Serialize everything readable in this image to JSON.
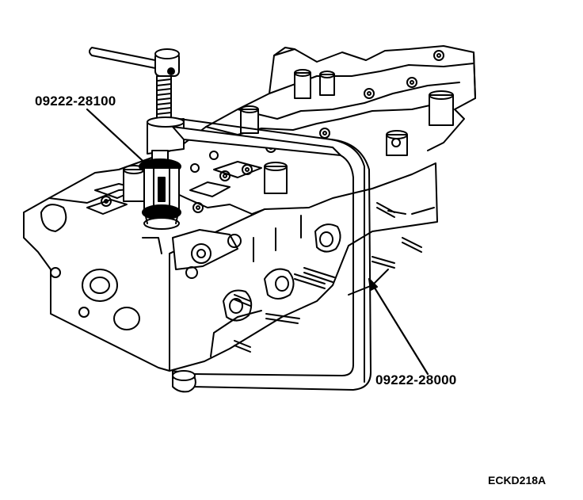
{
  "figure": {
    "id": "ECKD218A",
    "callouts": [
      {
        "part_number": "09222-28100"
      },
      {
        "part_number": "09222-28000"
      }
    ]
  }
}
